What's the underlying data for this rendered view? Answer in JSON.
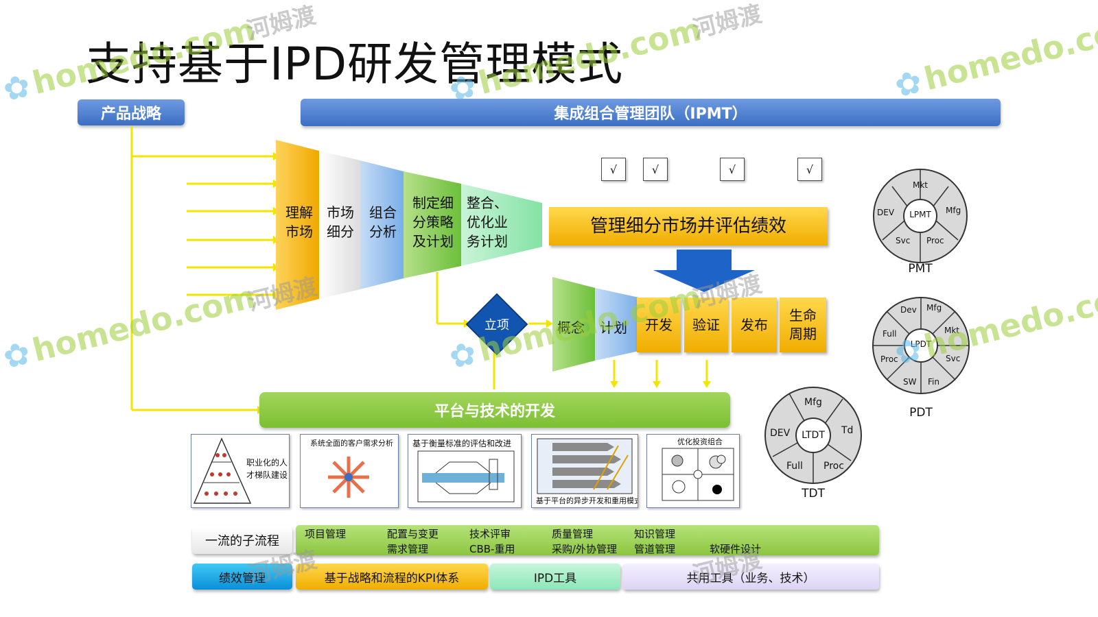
{
  "title": "支持基于IPD研发管理模式",
  "header": {
    "strategy": "产品战略",
    "ipmt": "集成组合管理团队（IPMT）"
  },
  "funnel": {
    "steps": [
      "理解\n市场",
      "市场\n细分",
      "组合\n分析",
      "制定细\n分策略\n及计划",
      "整合、\n优化业\n务计划"
    ]
  },
  "manage_market": "管理细分市场并评估绩效",
  "checks": [
    "√",
    "√",
    "√",
    "√"
  ],
  "decision": "立项",
  "phases": [
    "概念",
    "计划",
    "开发",
    "验证",
    "发布",
    "生命\n周期"
  ],
  "platform": "平台与技术的开发",
  "thumbs": [
    {
      "caption": "职业化的人\n才梯队建设"
    },
    {
      "caption": "系统全面的客户需求分析"
    },
    {
      "caption": "基于衡量标准的评估和改进"
    },
    {
      "caption": "基于平台的异步开发和重用模式"
    },
    {
      "caption": "优化投资组合"
    }
  ],
  "subprocess": {
    "label": "一流的子流程",
    "items": [
      "项目管理",
      "配置与变更",
      "需求管理",
      "技术评审",
      "CBB-重用",
      "质量管理",
      "采购/外协管理",
      "知识管理",
      "管道管理",
      "软硬件设计"
    ]
  },
  "bottom": {
    "perf": "绩效管理",
    "kpi": "基于战略和流程的KPI体系",
    "tools": "IPD工具",
    "shared": "共用工具（业务、技术）"
  },
  "teams": {
    "pmt": {
      "name": "PMT",
      "center": "LPMT",
      "segments": [
        "Mkt",
        "Mfg",
        "Proc",
        "Svc",
        "DEV"
      ]
    },
    "pdt": {
      "name": "PDT",
      "center": "LPDT",
      "segments": [
        "Mfg",
        "Mkt",
        "Svc",
        "Fin",
        "SW",
        "Proc",
        "Full",
        "Dev"
      ]
    },
    "tdt": {
      "name": "TDT",
      "center": "LTDT",
      "segments": [
        "Mfg",
        "Td",
        "Proc",
        "Full",
        "DEV"
      ]
    }
  },
  "watermarks": [
    "河姆渡",
    "homedo.com",
    "homedo.co"
  ],
  "colors": {
    "blue_bar": "#4a7fd0",
    "green": "#8cc63f",
    "orange": "#f5b800",
    "yellow_line": "#f2e600",
    "diamond": "#1255b0"
  }
}
